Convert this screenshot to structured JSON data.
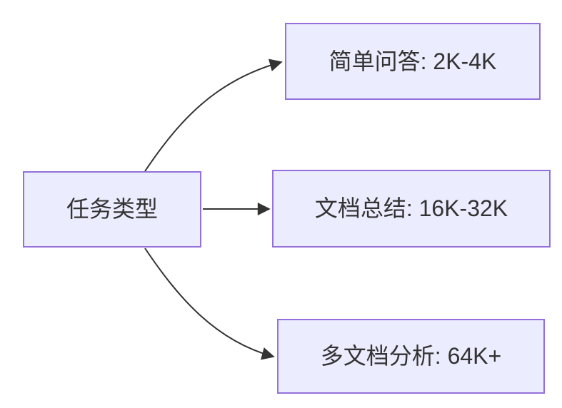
{
  "diagram": {
    "type": "flowchart-LR",
    "root": {
      "id": "task-type",
      "label": "任务类型"
    },
    "nodes": [
      {
        "id": "simple-qa",
        "label": "简单问答: 2K-4K"
      },
      {
        "id": "doc-summary",
        "label": "文档总结: 16K-32K"
      },
      {
        "id": "multi-doc-analysis",
        "label": "多文档分析: 64K+"
      }
    ],
    "edges": [
      {
        "from": "task-type",
        "to": "simple-qa"
      },
      {
        "from": "task-type",
        "to": "doc-summary"
      },
      {
        "from": "task-type",
        "to": "multi-doc-analysis"
      }
    ],
    "colors": {
      "node_fill": "#ECECFF",
      "node_border": "#9370DB",
      "edge": "#333333",
      "text": "#333333",
      "background": "#FFFFFF"
    }
  }
}
